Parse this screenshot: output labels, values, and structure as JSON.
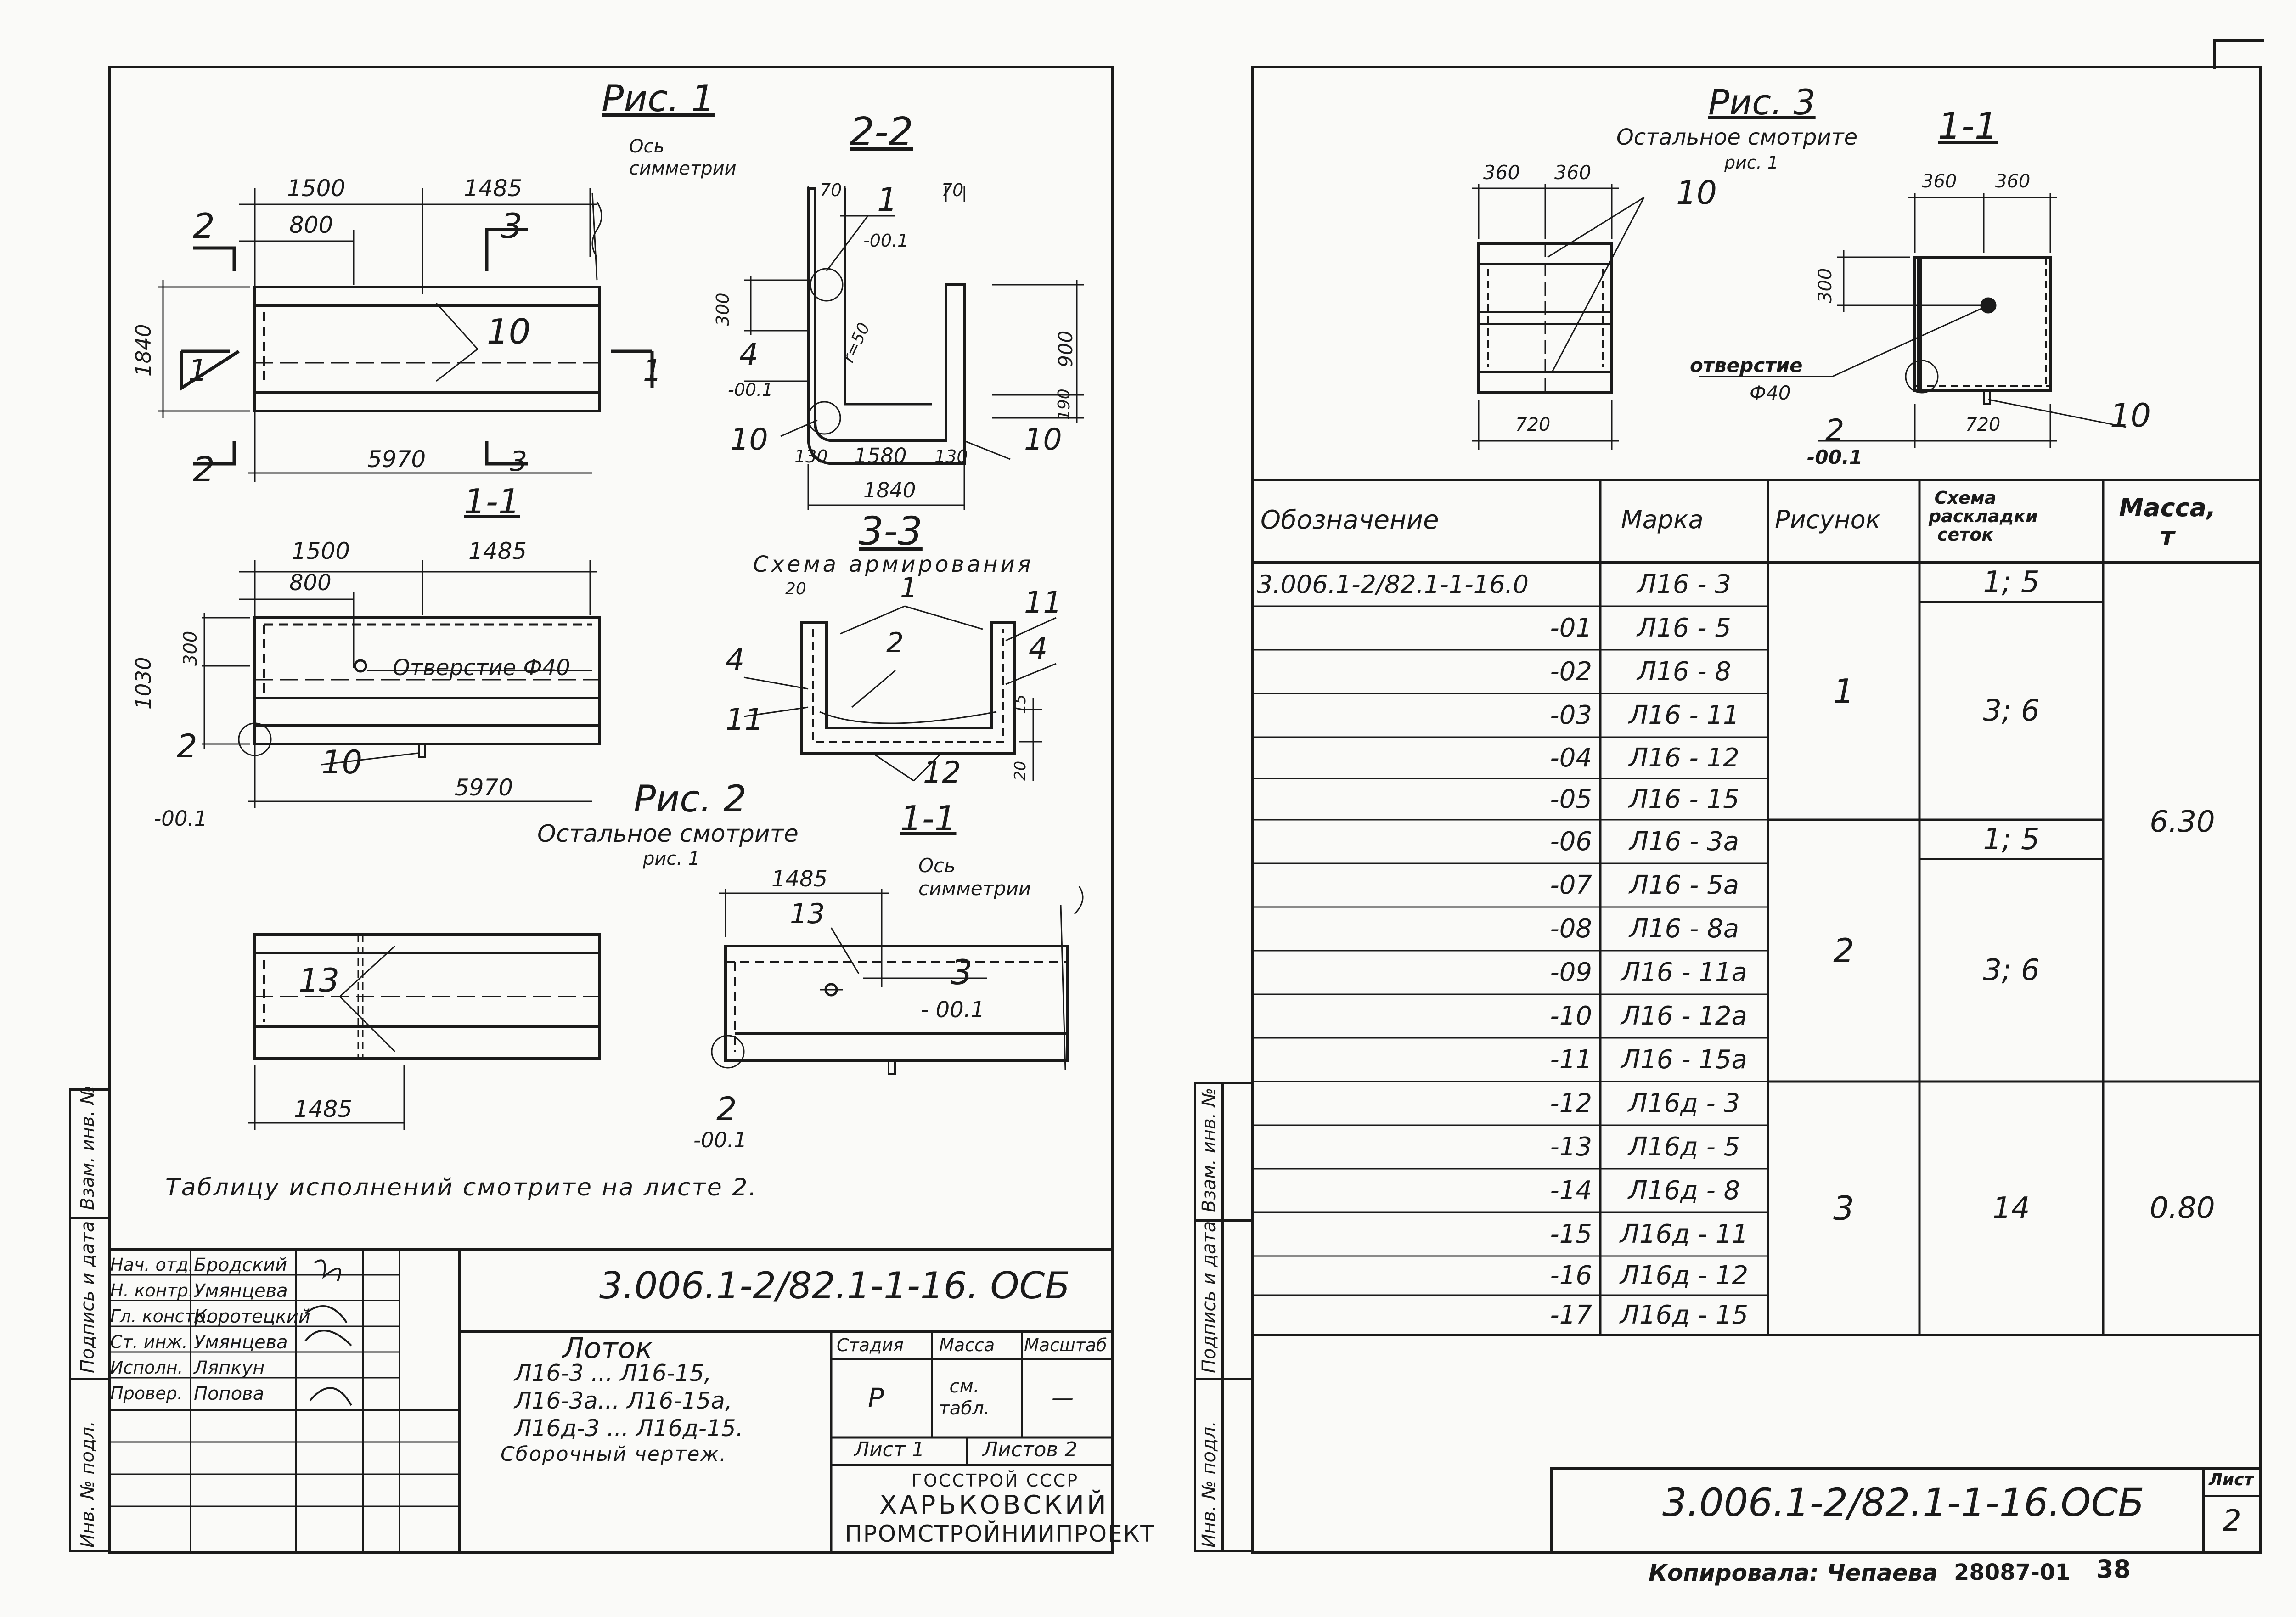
{
  "left_sheet": {
    "fig1": {
      "title": "Рис. 1",
      "axis_label": "Ось\nсимметрии",
      "dims_top": [
        "1500",
        "1485",
        "800"
      ],
      "dim_height": "1840",
      "dim_length": "5970",
      "callout_10": "10",
      "section_1": "1-1",
      "cut_2": "2",
      "cut_3": "3",
      "cut_1": "1"
    },
    "section_22": {
      "title": "2-2",
      "dims": [
        "70",
        "70",
        "300",
        "900",
        "190",
        "130",
        "1580",
        "130",
        "1840"
      ],
      "radius": "r=50",
      "callouts": [
        "1",
        "4",
        "10",
        "10"
      ],
      "marks": [
        "-00.1",
        "-00.1"
      ]
    },
    "section_33": {
      "title": "3-3",
      "subtitle": "Схема армирования",
      "callouts": [
        "1",
        "2",
        "4",
        "4",
        "11",
        "11",
        "12"
      ],
      "dims": [
        "20",
        "15",
        "20"
      ],
      "section": "1-1"
    },
    "fig1_plan": {
      "dims_top": [
        "1500",
        "1485",
        "800"
      ],
      "dim_300": "300",
      "dim_height": "1030",
      "hole_label": "Отверстие Ф40",
      "callout_10": "10",
      "dim_length": "5970",
      "callout_2": "2",
      "mark": "-00.1"
    },
    "fig2": {
      "title": "Рис. 2",
      "subtitle": "Остальное смотрите",
      "subtitle2": "рис. 1",
      "callout_13": "13",
      "dim_1485": "1485",
      "axis_label": "Ось\nсимметрии",
      "callout_3": "3",
      "mark_3": "- 00.1",
      "callout_2": "2",
      "mark_2": "-00.1"
    },
    "note": "Таблицу исполнений смотрите на листе 2.",
    "side_stamp": [
      "Взам. инв. №",
      "Подпись и дата",
      "Инв. № подл."
    ],
    "title_block": {
      "roles": [
        "Нач. отд.",
        "Н. контр.",
        "Гл. констр.",
        "Ст. инж.",
        "Исполн.",
        "Провер."
      ],
      "names": [
        "Бродский",
        "Умянцева",
        "Коротецкий",
        "Умянцева",
        "Ляпкун",
        "Попова"
      ],
      "doc_code": "3.006.1-2/82.1-1-16. ОСБ",
      "product_title": "Лоток",
      "product_lines": [
        "Л16-3 ... Л16-15,",
        "Л16-3а... Л16-15а,",
        "Л16д-3 ... Л16д-15.",
        "Сборочный чертеж."
      ],
      "col_stage": "Стадия",
      "col_mass": "Масса",
      "col_scale": "Масштаб",
      "stage": "Р",
      "mass": "см. табл.",
      "scale": "—",
      "sheet": "Лист 1",
      "sheets": "Листов 2",
      "org1": "ГОССТРОЙ СССР",
      "org2": "ХАРЬКОВСКИЙ",
      "org3": "ПРОМСТРОЙНИИПРОЕКТ"
    }
  },
  "right_sheet": {
    "fig3": {
      "title": "Рис. 3",
      "subtitle": "Остальное смотрите",
      "subtitle2": "рис. 1",
      "section": "1-1",
      "dims_a": [
        "360",
        "360",
        "720"
      ],
      "dims_b": [
        "360",
        "360",
        "720"
      ],
      "dim_300": "300",
      "callout_10a": "10",
      "callout_10b": "10",
      "hole_label": "отверстие",
      "hole_size": "Ф40",
      "callout_2": "2",
      "mark": "-00.1"
    },
    "table": {
      "headers": [
        "Обозначение",
        "Марка",
        "Рисунок",
        "Схема раскладки сеток",
        "Масса, т"
      ],
      "rows": [
        {
          "des": "3.006.1-2/82.1-1-16.0",
          "mark": "Л16 - 3"
        },
        {
          "des": "-01",
          "mark": "Л16 - 5"
        },
        {
          "des": "-02",
          "mark": "Л16 - 8"
        },
        {
          "des": "-03",
          "mark": "Л16 - 11"
        },
        {
          "des": "-04",
          "mark": "Л16 - 12"
        },
        {
          "des": "-05",
          "mark": "Л16 - 15"
        },
        {
          "des": "-06",
          "mark": "Л16 - 3а"
        },
        {
          "des": "-07",
          "mark": "Л16 - 5а"
        },
        {
          "des": "-08",
          "mark": "Л16 - 8а"
        },
        {
          "des": "-09",
          "mark": "Л16 - 11а"
        },
        {
          "des": "-10",
          "mark": "Л16 - 12а"
        },
        {
          "des": "-11",
          "mark": "Л16 - 15а"
        },
        {
          "des": "-12",
          "mark": "Л16д - 3"
        },
        {
          "des": "-13",
          "mark": "Л16д - 5"
        },
        {
          "des": "-14",
          "mark": "Л16д - 8"
        },
        {
          "des": "-15",
          "mark": "Л16д - 11"
        },
        {
          "des": "-16",
          "mark": "Л16д - 12"
        },
        {
          "des": "-17",
          "mark": "Л16д - 15"
        }
      ],
      "fig_groups": [
        "1",
        "2",
        "3"
      ],
      "scheme_values": [
        "1; 5",
        "3; 6",
        "1; 5",
        "3; 6",
        "14"
      ],
      "mass_values": [
        "6.30",
        "0.80"
      ]
    },
    "side_stamp": [
      "Взам. инв. №",
      "Подпись и дата",
      "Инв. № подл."
    ],
    "doc_code": "3.006.1-2/82.1-1-16.ОСБ",
    "sheet_label": "Лист",
    "sheet_no": "2",
    "footer_copy": "Копировала: Чепаева",
    "footer_num": "28087-01",
    "footer_page": "38"
  }
}
